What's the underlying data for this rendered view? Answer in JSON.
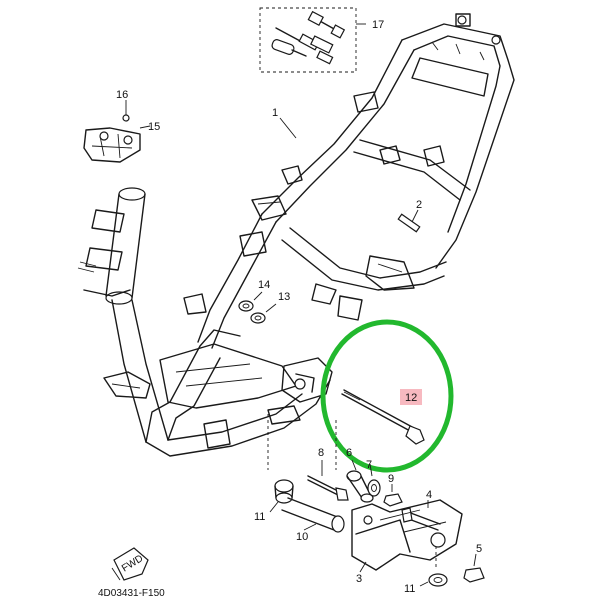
{
  "callouts": {
    "c1": "1",
    "c2": "2",
    "c3": "3",
    "c4": "4",
    "c5": "5",
    "c6": "6",
    "c7": "7",
    "c8": "8",
    "c9": "9",
    "c10": "10",
    "c11a": "11",
    "c11b": "11",
    "c12": "12",
    "c13": "13",
    "c14": "14",
    "c15": "15",
    "c16": "16",
    "c17": "17"
  },
  "fwd_label": "FWD",
  "diagram_code": "4D03431-F150",
  "colors": {
    "highlight_ring": "#22b82e",
    "highlight_label_bg": "#f7b9c0",
    "line": "#1a1a1a"
  },
  "highlighted_part": "12"
}
